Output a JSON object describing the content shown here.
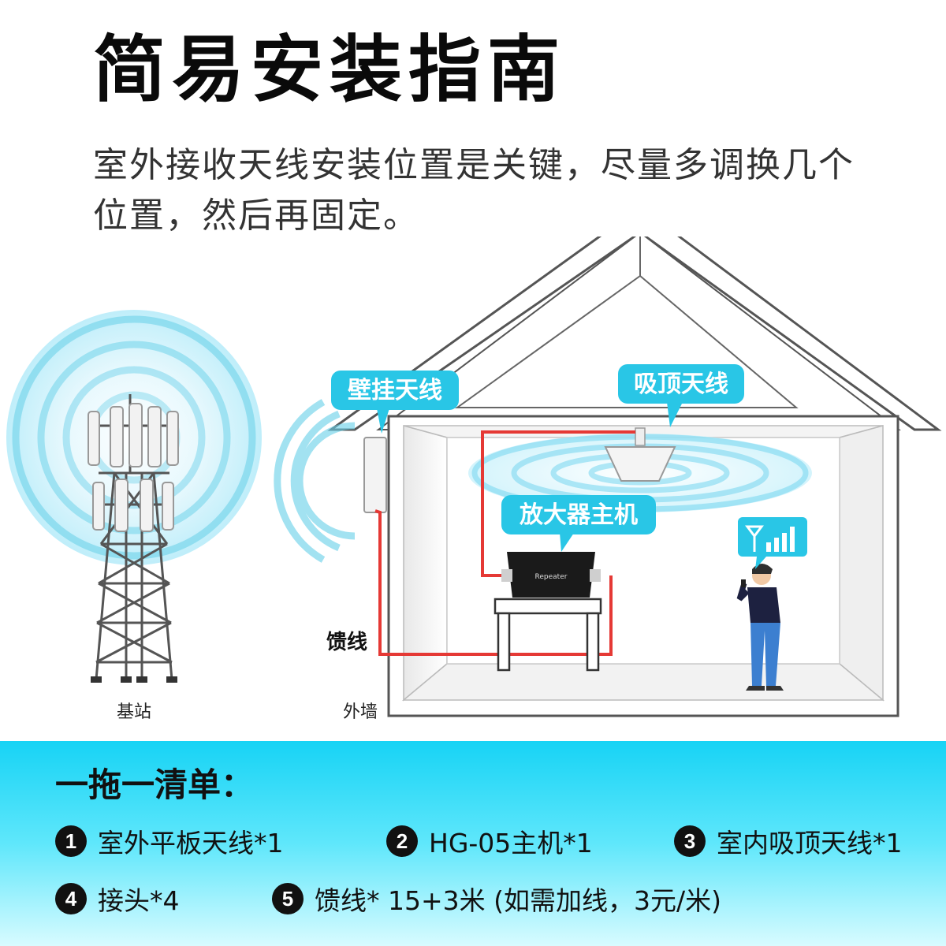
{
  "title": "简易安装指南",
  "subtitle": "室外接收天线安装位置是关键，尽量多调换几个位置，然后再固定。",
  "diagram": {
    "callouts": {
      "wall_antenna": "壁挂天线",
      "ceiling_antenna": "吸顶天线",
      "amplifier": "放大器主机"
    },
    "labels": {
      "feeder": "馈线",
      "base_station": "基站",
      "outer_wall": "外墙",
      "repeater_text": "Repeater"
    },
    "colors": {
      "accent": "#00bcd4",
      "callout_bg": "#29c6e6",
      "cable": "#e53935",
      "wave": "#6fd6ee"
    }
  },
  "checklist": {
    "title": "一拖一清单：",
    "items": [
      {
        "num": "1",
        "label": "室外平板天线*1"
      },
      {
        "num": "2",
        "label": "HG-05主机*1"
      },
      {
        "num": "3",
        "label": "室内吸顶天线*1"
      },
      {
        "num": "4",
        "label": "接头*4"
      },
      {
        "num": "5",
        "label": "馈线* 15+3米 (如需加线，3元/米)"
      }
    ]
  }
}
